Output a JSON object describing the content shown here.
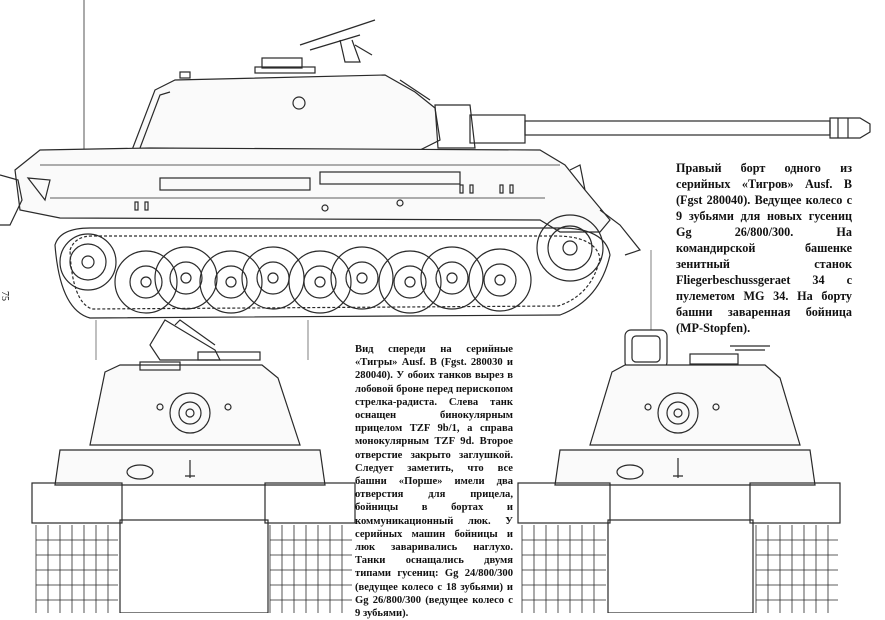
{
  "page": {
    "number": "75"
  },
  "captions": {
    "side_view": "Правый борт одного из серийных «Тигров» Ausf. B (Fgst 280040). Ведущее колесо с 9 зубьями для новых гусениц Gg 26/800/300. На командирской башенке зенитный станок Fliegerbeschussgeraet 34 с пулеметом MG 34. На борту башни заваренная бойница (MP-Stopfen).",
    "front_view": "Вид спереди на серийные «Тигры» Ausf. B (Fgst. 280030 и 280040). У обоих танков вырез в лобовой броне перед перископом стрелка-радиста. Слева танк оснащен бинокулярным прицелом TZF 9b/1, а справа монокулярным TZF 9d. Второе отверстие закрыто заглушкой. Следует заметить, что все башни «Порше» имели два отверстия для прицела, бойницы в бортах и коммуникационный люк. У серийных машин бойницы и люк заваривались наглухо. Танки оснащались двумя типами гусениц: Gg 24/800/300 (ведущее колесо с 18 зубьями) и Gg 26/800/300 (ведущее колесо с 9 зубьями)."
  },
  "colors": {
    "line": "#2a2a2a",
    "paper": "#ffffff"
  }
}
